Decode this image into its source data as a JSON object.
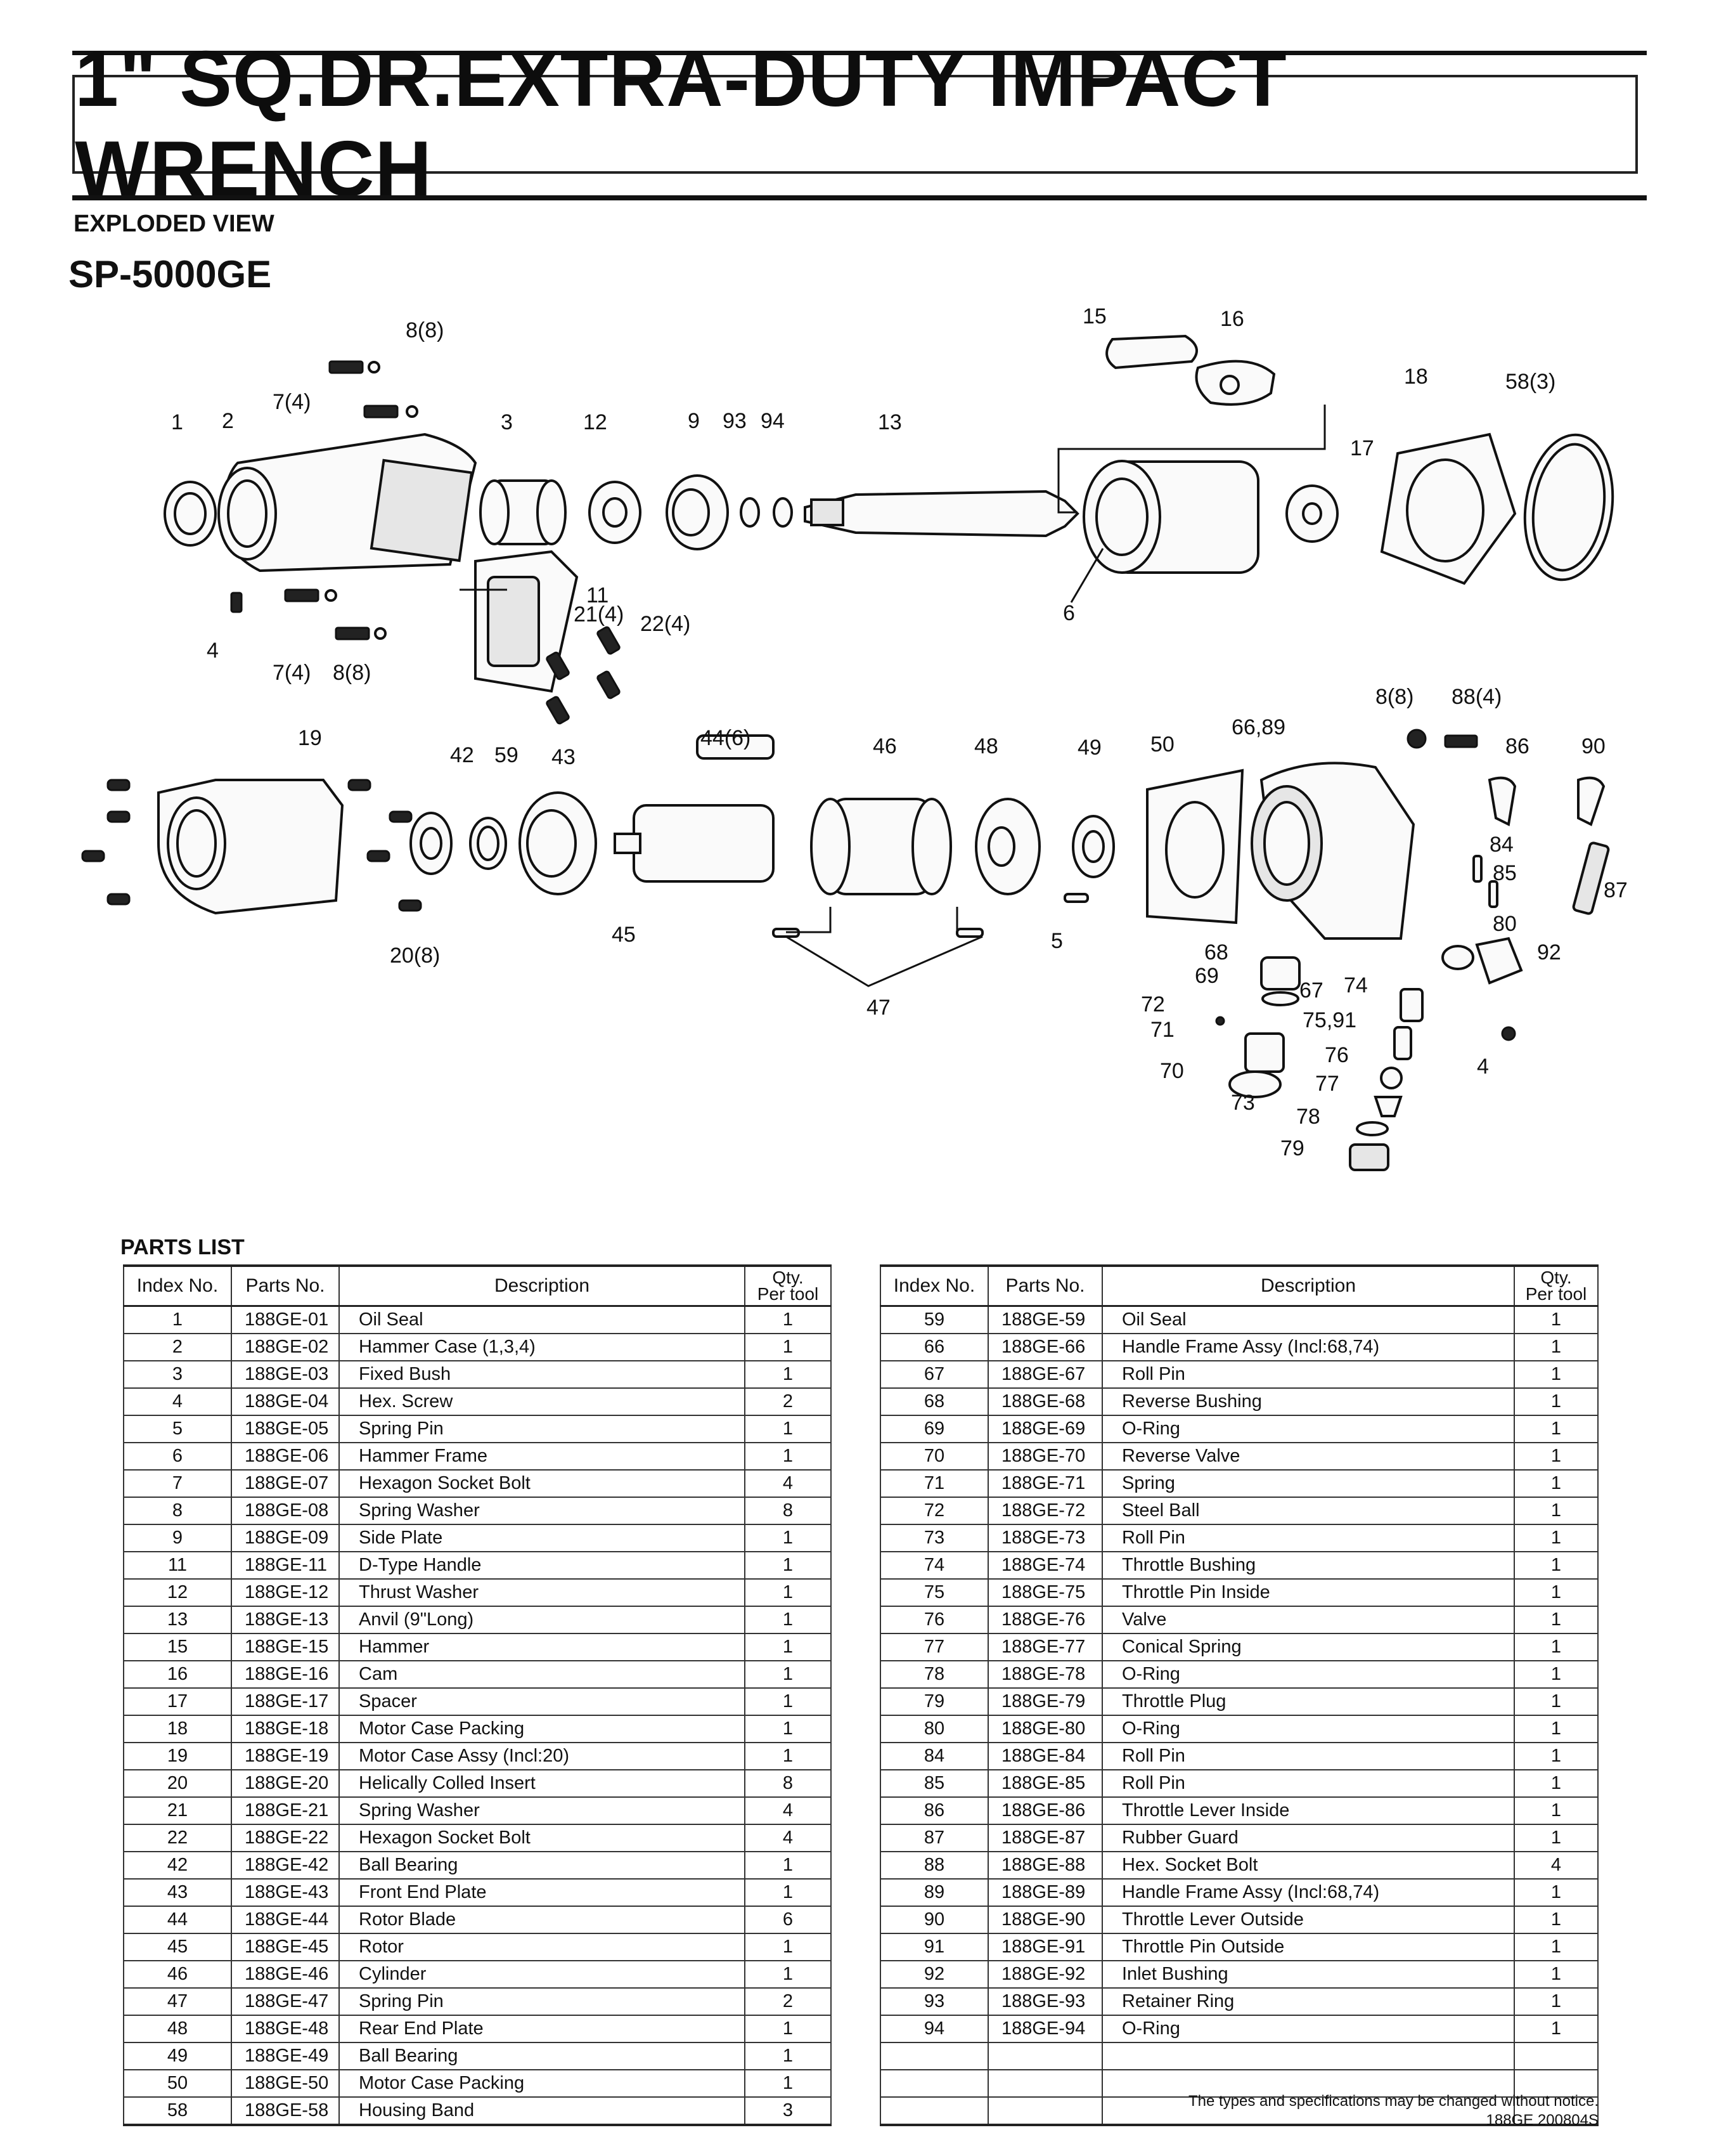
{
  "header": {
    "title": "1\" SQ.DR.EXTRA-DUTY IMPACT WRENCH",
    "section": "EXPLODED VIEW",
    "model": "SP-5000GE"
  },
  "diagram": {
    "callouts": {
      "c1": "1",
      "c2": "2",
      "c3": "3",
      "c4": "4",
      "c4b": "4",
      "c5": "5",
      "c6": "6",
      "c7a": "7(4)",
      "c7b": "7(4)",
      "c8a": "8(8)",
      "c8b": "8(8)",
      "c8c": "8(8)",
      "c9": "9",
      "c11": "11",
      "c12": "12",
      "c13": "13",
      "c15": "15",
      "c16": "16",
      "c17": "17",
      "c18": "18",
      "c19": "19",
      "c20": "20(8)",
      "c21": "21(4)",
      "c22": "22(4)",
      "c42": "42",
      "c43": "43",
      "c44": "44(6)",
      "c45": "45",
      "c46": "46",
      "c47": "47",
      "c48": "48",
      "c49": "49",
      "c50": "50",
      "c58": "58(3)",
      "c59": "59",
      "c66": "66,89",
      "c67": "67",
      "c68": "68",
      "c69": "69",
      "c70": "70",
      "c71": "71",
      "c72": "72",
      "c73": "73",
      "c74": "74",
      "c75": "75,91",
      "c76": "76",
      "c77": "77",
      "c78": "78",
      "c79": "79",
      "c80": "80",
      "c84": "84",
      "c85": "85",
      "c86": "86",
      "c87": "87",
      "c88": "88(4)",
      "c90": "90",
      "c92": "92",
      "c93": "93",
      "c94": "94"
    }
  },
  "parts_list": {
    "label": "PARTS LIST",
    "headers": {
      "index": "Index No.",
      "parts": "Parts No.",
      "desc": "Description",
      "qty1": "Qty.",
      "qty2": "Per tool"
    },
    "left": [
      {
        "index": "1",
        "parts": "188GE-01",
        "desc": "Oil Seal",
        "qty": "1"
      },
      {
        "index": "2",
        "parts": "188GE-02",
        "desc": "Hammer Case (1,3,4)",
        "qty": "1"
      },
      {
        "index": "3",
        "parts": "188GE-03",
        "desc": "Fixed Bush",
        "qty": "1"
      },
      {
        "index": "4",
        "parts": "188GE-04",
        "desc": "Hex. Screw",
        "qty": "2"
      },
      {
        "index": "5",
        "parts": "188GE-05",
        "desc": "Spring Pin",
        "qty": "1"
      },
      {
        "index": "6",
        "parts": "188GE-06",
        "desc": "Hammer Frame",
        "qty": "1"
      },
      {
        "index": "7",
        "parts": "188GE-07",
        "desc": "Hexagon Socket Bolt",
        "qty": "4"
      },
      {
        "index": "8",
        "parts": "188GE-08",
        "desc": "Spring Washer",
        "qty": "8"
      },
      {
        "index": "9",
        "parts": "188GE-09",
        "desc": "Side Plate",
        "qty": "1"
      },
      {
        "index": "11",
        "parts": "188GE-11",
        "desc": "D-Type Handle",
        "qty": "1"
      },
      {
        "index": "12",
        "parts": "188GE-12",
        "desc": "Thrust Washer",
        "qty": "1"
      },
      {
        "index": "13",
        "parts": "188GE-13",
        "desc": "Anvil (9\"Long)",
        "qty": "1"
      },
      {
        "index": "15",
        "parts": "188GE-15",
        "desc": "Hammer",
        "qty": "1"
      },
      {
        "index": "16",
        "parts": "188GE-16",
        "desc": "Cam",
        "qty": "1"
      },
      {
        "index": "17",
        "parts": "188GE-17",
        "desc": "Spacer",
        "qty": "1"
      },
      {
        "index": "18",
        "parts": "188GE-18",
        "desc": "Motor Case Packing",
        "qty": "1"
      },
      {
        "index": "19",
        "parts": "188GE-19",
        "desc": "Motor Case Assy (Incl:20)",
        "qty": "1"
      },
      {
        "index": "20",
        "parts": "188GE-20",
        "desc": "Helically Colled Insert",
        "qty": "8"
      },
      {
        "index": "21",
        "parts": "188GE-21",
        "desc": "Spring Washer",
        "qty": "4"
      },
      {
        "index": "22",
        "parts": "188GE-22",
        "desc": "Hexagon Socket Bolt",
        "qty": "4"
      },
      {
        "index": "42",
        "parts": "188GE-42",
        "desc": "Ball Bearing",
        "qty": "1"
      },
      {
        "index": "43",
        "parts": "188GE-43",
        "desc": "Front End Plate",
        "qty": "1"
      },
      {
        "index": "44",
        "parts": "188GE-44",
        "desc": "Rotor Blade",
        "qty": "6"
      },
      {
        "index": "45",
        "parts": "188GE-45",
        "desc": "Rotor",
        "qty": "1"
      },
      {
        "index": "46",
        "parts": "188GE-46",
        "desc": "Cylinder",
        "qty": "1"
      },
      {
        "index": "47",
        "parts": "188GE-47",
        "desc": "Spring Pin",
        "qty": "2"
      },
      {
        "index": "48",
        "parts": "188GE-48",
        "desc": "Rear End Plate",
        "qty": "1"
      },
      {
        "index": "49",
        "parts": "188GE-49",
        "desc": "Ball Bearing",
        "qty": "1"
      },
      {
        "index": "50",
        "parts": "188GE-50",
        "desc": "Motor Case Packing",
        "qty": "1"
      },
      {
        "index": "58",
        "parts": "188GE-58",
        "desc": "Housing Band",
        "qty": "3"
      }
    ],
    "right": [
      {
        "index": "59",
        "parts": "188GE-59",
        "desc": "Oil Seal",
        "qty": "1"
      },
      {
        "index": "66",
        "parts": "188GE-66",
        "desc": "Handle Frame Assy (Incl:68,74)",
        "qty": "1"
      },
      {
        "index": "67",
        "parts": "188GE-67",
        "desc": "Roll Pin",
        "qty": "1"
      },
      {
        "index": "68",
        "parts": "188GE-68",
        "desc": "Reverse Bushing",
        "qty": "1"
      },
      {
        "index": "69",
        "parts": "188GE-69",
        "desc": "O-Ring",
        "qty": "1"
      },
      {
        "index": "70",
        "parts": "188GE-70",
        "desc": "Reverse Valve",
        "qty": "1"
      },
      {
        "index": "71",
        "parts": "188GE-71",
        "desc": "Spring",
        "qty": "1"
      },
      {
        "index": "72",
        "parts": "188GE-72",
        "desc": "Steel Ball",
        "qty": "1"
      },
      {
        "index": "73",
        "parts": "188GE-73",
        "desc": "Roll Pin",
        "qty": "1"
      },
      {
        "index": "74",
        "parts": "188GE-74",
        "desc": "Throttle Bushing",
        "qty": "1"
      },
      {
        "index": "75",
        "parts": "188GE-75",
        "desc": "Throttle Pin Inside",
        "qty": "1"
      },
      {
        "index": "76",
        "parts": "188GE-76",
        "desc": "Valve",
        "qty": "1"
      },
      {
        "index": "77",
        "parts": "188GE-77",
        "desc": "Conical Spring",
        "qty": "1"
      },
      {
        "index": "78",
        "parts": "188GE-78",
        "desc": "O-Ring",
        "qty": "1"
      },
      {
        "index": "79",
        "parts": "188GE-79",
        "desc": "Throttle Plug",
        "qty": "1"
      },
      {
        "index": "80",
        "parts": "188GE-80",
        "desc": "O-Ring",
        "qty": "1"
      },
      {
        "index": "84",
        "parts": "188GE-84",
        "desc": "Roll Pin",
        "qty": "1"
      },
      {
        "index": "85",
        "parts": "188GE-85",
        "desc": "Roll Pin",
        "qty": "1"
      },
      {
        "index": "86",
        "parts": "188GE-86",
        "desc": "Throttle Lever Inside",
        "qty": "1"
      },
      {
        "index": "87",
        "parts": "188GE-87",
        "desc": "Rubber Guard",
        "qty": "1"
      },
      {
        "index": "88",
        "parts": "188GE-88",
        "desc": "Hex. Socket Bolt",
        "qty": "4"
      },
      {
        "index": "89",
        "parts": "188GE-89",
        "desc": "Handle Frame Assy (Incl:68,74)",
        "qty": "1"
      },
      {
        "index": "90",
        "parts": "188GE-90",
        "desc": "Throttle Lever Outside",
        "qty": "1"
      },
      {
        "index": "91",
        "parts": "188GE-91",
        "desc": "Throttle Pin Outside",
        "qty": "1"
      },
      {
        "index": "92",
        "parts": "188GE-92",
        "desc": "Inlet Bushing",
        "qty": "1"
      },
      {
        "index": "93",
        "parts": "188GE-93",
        "desc": "Retainer Ring",
        "qty": "1"
      },
      {
        "index": "94",
        "parts": "188GE-94",
        "desc": "O-Ring",
        "qty": "1"
      },
      {
        "index": "",
        "parts": "",
        "desc": "",
        "qty": ""
      },
      {
        "index": "",
        "parts": "",
        "desc": "",
        "qty": ""
      },
      {
        "index": "",
        "parts": "",
        "desc": "",
        "qty": ""
      }
    ]
  },
  "footer": {
    "notice": "The types and specifications may be changed without notice.",
    "code": "188GE  200804S"
  }
}
